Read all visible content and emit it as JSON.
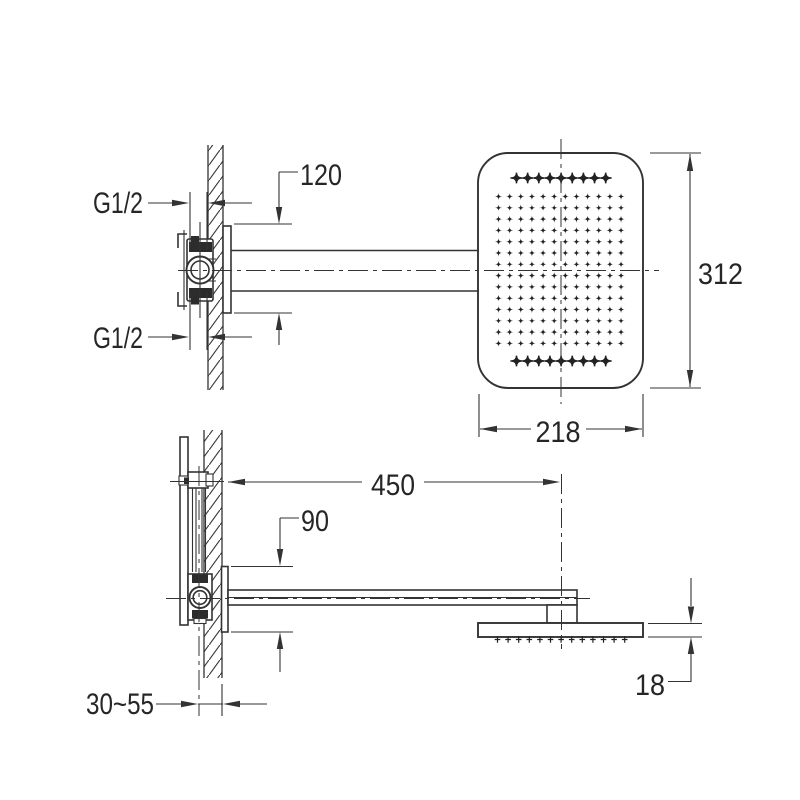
{
  "colors": {
    "background": "#ffffff",
    "line": "#333333",
    "nozzle_fill": "#222222"
  },
  "views": {
    "front": {
      "labels": {
        "thread_top": "G1/2",
        "thread_bottom": "G1/2",
        "escutcheon_height": "120",
        "head_height": "312",
        "head_width": "218"
      },
      "nozzles": {
        "grid": {
          "rows": 14,
          "cols": 12
        },
        "edge_top": {
          "rows": 1,
          "cols": 9
        },
        "edge_bottom": {
          "rows": 1,
          "cols": 9
        }
      }
    },
    "side": {
      "labels": {
        "arm_length": "450",
        "escutcheon_height": "90",
        "wall_depth_range": "30~55",
        "head_thickness": "18"
      },
      "nozzles": {
        "ticks": {
          "rows": 1,
          "cols": 13
        }
      }
    }
  }
}
